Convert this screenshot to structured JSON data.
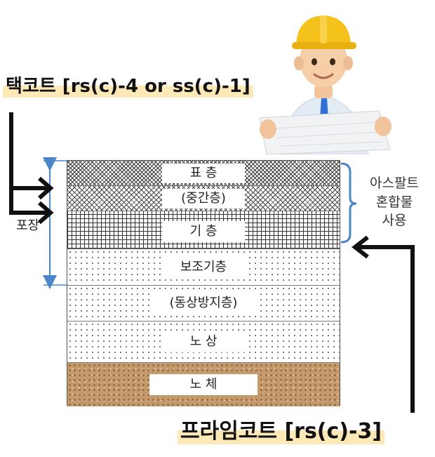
{
  "callouts": {
    "tack_coat": "택코트 [rs(c)-4 or ss(c)-1]",
    "prime_coat": "프라임코트 [rs(c)-3]"
  },
  "pavement_label": "포장",
  "layers": [
    {
      "label": "표 층"
    },
    {
      "label": "(중간층)"
    },
    {
      "label": "기 층"
    },
    {
      "label": "보조기층"
    },
    {
      "label": "(동상방지층)"
    },
    {
      "label": "노 상"
    },
    {
      "label": "노 체"
    }
  ],
  "asphalt_note": [
    "아스팔트",
    "혼합물",
    "사용"
  ],
  "colors": {
    "bracket": "#4a86c8",
    "highlight": "#fde9b8",
    "soil": "#c49a6c"
  },
  "illustration": "construction-worker-with-blueprint"
}
